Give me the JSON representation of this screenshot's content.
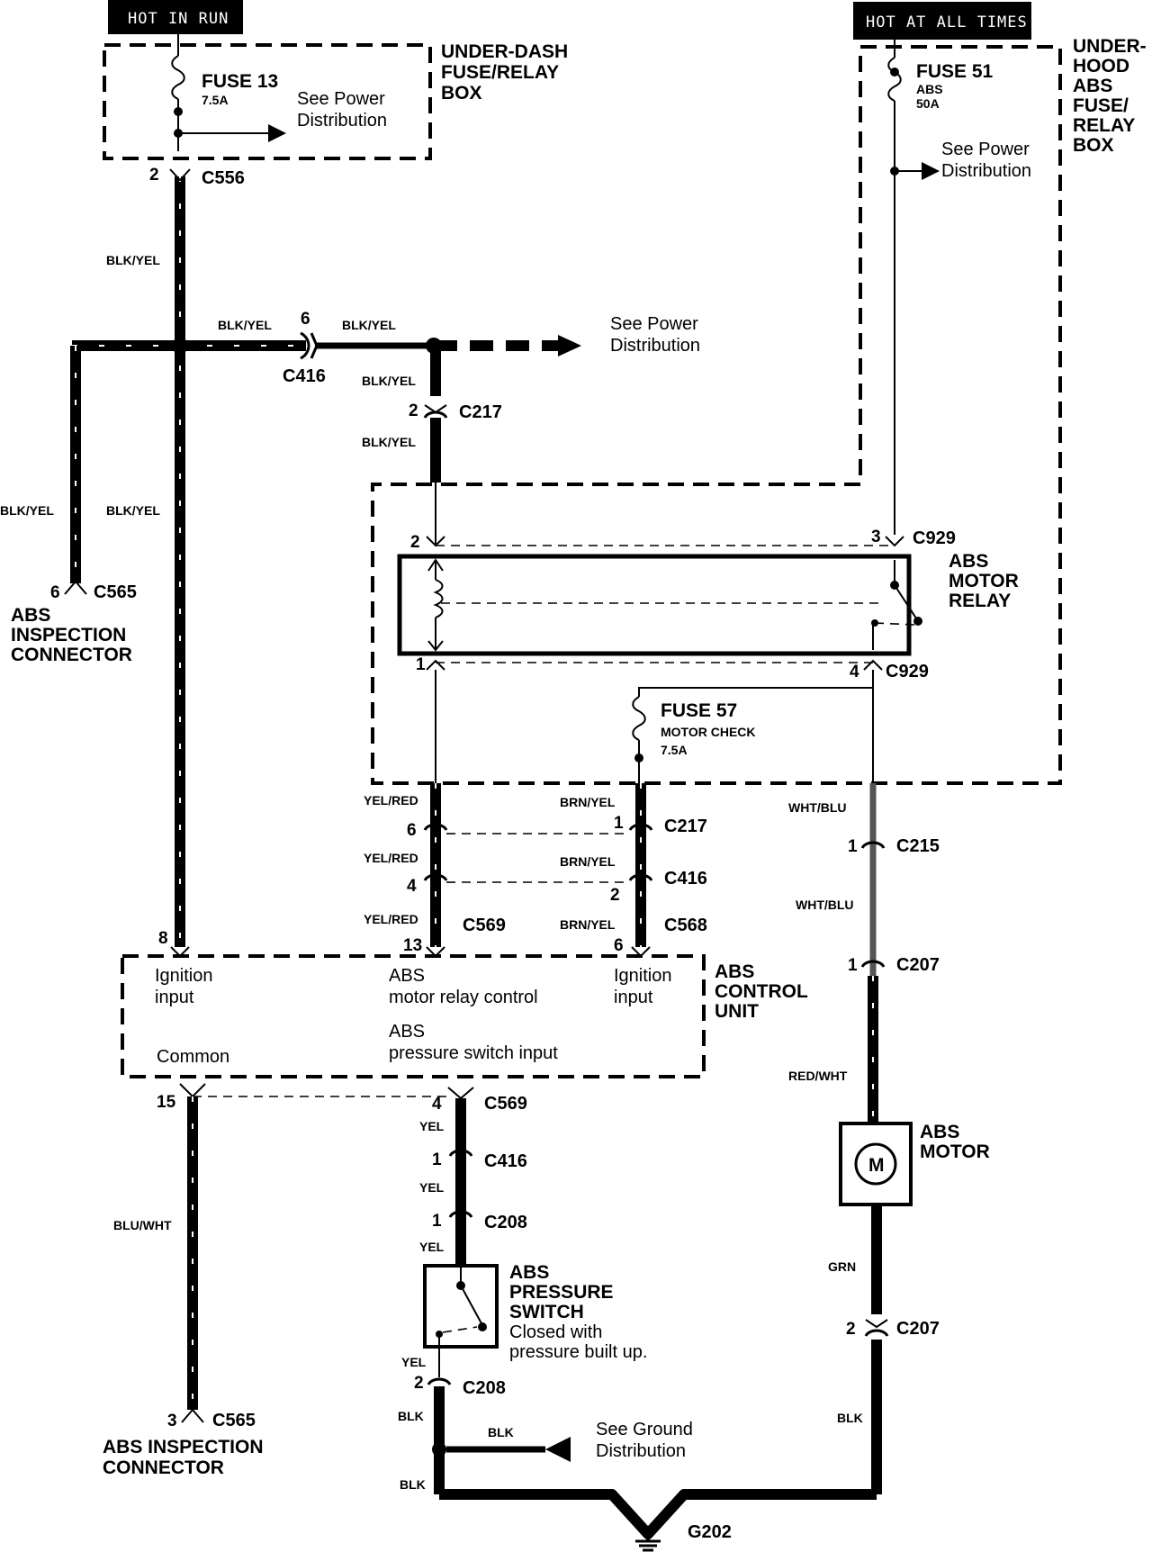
{
  "banners": {
    "hot_in_run": "HOT IN RUN",
    "hot_at_all_times": "HOT AT ALL TIMES"
  },
  "boxes": {
    "under_dash": [
      "UNDER-DASH",
      "FUSE/RELAY",
      "BOX"
    ],
    "under_hood": [
      "UNDER-",
      "HOOD",
      "ABS",
      "FUSE/",
      "RELAY",
      "BOX"
    ]
  },
  "fuses": {
    "fuse13": {
      "name": "FUSE  13",
      "rating": "7.5A"
    },
    "fuse51": {
      "name": "FUSE 51",
      "sub": "ABS",
      "rating": "50A"
    },
    "fuse57": {
      "name": "FUSE 57",
      "sub": "MOTOR CHECK",
      "rating": "7.5A"
    }
  },
  "references": {
    "power_dist_1": [
      "See Power",
      "Distribution"
    ],
    "power_dist_2": [
      "See Power",
      "Distribution"
    ],
    "power_dist_3": [
      "See Power",
      "Distribution"
    ],
    "ground_dist": [
      "See Ground",
      "Distribution"
    ]
  },
  "connectors": {
    "c556": "C556",
    "c416a": "C416",
    "c217a": "C217",
    "c929a": "C929",
    "c929b": "C929",
    "c565a": "C565",
    "c217b": "C217",
    "c416b": "C416",
    "c215": "C215",
    "c569a": "C569",
    "c568": "C568",
    "c207a": "C207",
    "c569b": "C569",
    "c416c": "C416",
    "c208a": "C208",
    "c208b": "C208",
    "c207b": "C207",
    "c565b": "C565",
    "g202": "G202"
  },
  "pins": {
    "p2_c556": "2",
    "p6_c416": "6",
    "p2_c217": "2",
    "p2_relay": "2",
    "p3_relay": "3",
    "p1_relay": "1",
    "p4_relay": "4",
    "p6_c565": "6",
    "p6_c217": "6",
    "p1_c217": "1",
    "p4_c416": "4",
    "p2_c416": "2",
    "p1_c215": "1",
    "p8_cu": "8",
    "p13_cu": "13",
    "p6_cu": "6",
    "p1_c207": "1",
    "p15_cu": "15",
    "p4_c569": "4",
    "p1_c416": "1",
    "p1_c208": "1",
    "p2_c208": "2",
    "p2_c207": "2",
    "p3_c565": "3"
  },
  "wires": {
    "blkyel_1": "BLK/YEL",
    "blkyel_2": "BLK/YEL",
    "blkyel_3": "BLK/YEL",
    "blkyel_4": "BLK/YEL",
    "blkyel_5": "BLK/YEL",
    "blkyel_6": "BLK/YEL",
    "blkyel_7": "BLK/YEL",
    "yelred_1": "YEL/RED",
    "yelred_2": "YEL/RED",
    "yelred_3": "YEL/RED",
    "brnyel_1": "BRN/YEL",
    "brnyel_2": "BRN/YEL",
    "brnyel_3": "BRN/YEL",
    "whtblu_1": "WHT/BLU",
    "whtblu_2": "WHT/BLU",
    "redwht": "RED/WHT",
    "bluwht": "BLU/WHT",
    "yel_1": "YEL",
    "yel_2": "YEL",
    "yel_3": "YEL",
    "yel_4": "YEL",
    "grn": "GRN",
    "blk_1": "BLK",
    "blk_2": "BLK",
    "blk_3": "BLK",
    "blk_4": "BLK"
  },
  "components": {
    "abs_motor_relay": [
      "ABS",
      "MOTOR",
      "RELAY"
    ],
    "abs_control_unit": [
      "ABS",
      "CONTROL",
      "UNIT"
    ],
    "abs_motor": [
      "ABS",
      "MOTOR"
    ],
    "motor_symbol": "M",
    "abs_pressure_switch": [
      "ABS",
      "PRESSURE",
      "SWITCH"
    ],
    "pressure_switch_note": [
      "Closed with",
      "pressure built up."
    ],
    "abs_inspection_1": [
      "ABS",
      "INSPECTION",
      "CONNECTOR"
    ],
    "abs_inspection_2": [
      "ABS INSPECTION",
      "CONNECTOR"
    ]
  },
  "control_unit_terminals": {
    "ignition_input_1": [
      "Ignition",
      "input"
    ],
    "motor_relay_control": [
      "ABS",
      "motor relay control"
    ],
    "ignition_input_2": [
      "Ignition",
      "input"
    ],
    "common": "Common",
    "pressure_switch_input": [
      "ABS",
      "pressure switch input"
    ]
  }
}
